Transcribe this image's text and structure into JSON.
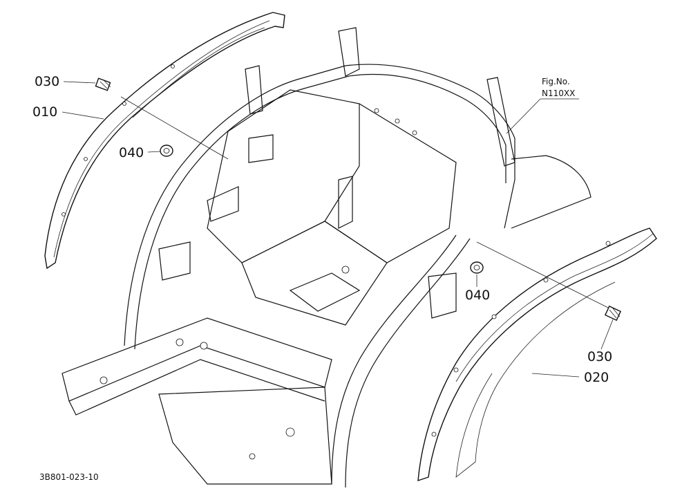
{
  "diagram": {
    "callouts": [
      {
        "id": "c030a",
        "text": "030"
      },
      {
        "id": "c010",
        "text": "010"
      },
      {
        "id": "c040a",
        "text": "040"
      },
      {
        "id": "c040b",
        "text": "040"
      },
      {
        "id": "c030b",
        "text": "030"
      },
      {
        "id": "c020",
        "text": "020"
      }
    ],
    "fig_ref": {
      "line1": "Fig.No.",
      "line2": "N110XX"
    },
    "drawing_code": "3B801-023-10"
  }
}
